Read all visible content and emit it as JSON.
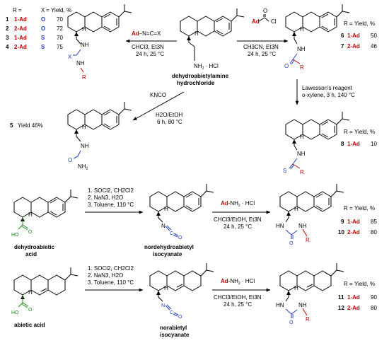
{
  "labels": {
    "R": "R",
    "X": "X",
    "eq": "=",
    "yield": "Yield, %",
    "NH": "NH",
    "NH2": "NH",
    "NH2sub": "2",
    "HCl": " · HCl",
    "Ad": "Ad",
    "H": "H",
    "O": "O",
    "S": "S",
    "C": "C",
    "N": "N",
    "Cl": "Cl",
    "NCX": "–N=C=X",
    "ClAd": "Cl"
  },
  "compounds_1_4": [
    {
      "num": "1",
      "R": "1-Ad",
      "X": "O",
      "yield": "70"
    },
    {
      "num": "2",
      "R": "2-Ad",
      "X": "O",
      "yield": "72"
    },
    {
      "num": "3",
      "R": "1-Ad",
      "X": "S",
      "yield": "70"
    },
    {
      "num": "4",
      "R": "2-Ad",
      "X": "S",
      "yield": "75"
    }
  ],
  "compounds_6_7": [
    {
      "num": "6",
      "R": "1-Ad",
      "yield": "50"
    },
    {
      "num": "7",
      "R": "2-Ad",
      "yield": "46"
    }
  ],
  "compound_8": {
    "num": "8",
    "R": "1-Ad",
    "yield": "10"
  },
  "compound_5": {
    "num": "5",
    "text": "Yield 46%"
  },
  "compounds_9_10": [
    {
      "num": "9",
      "R": "1-Ad",
      "yield": "85"
    },
    {
      "num": "10",
      "R": "2-Ad",
      "yield": "80"
    }
  ],
  "compounds_11_12": [
    {
      "num": "11",
      "R": "1-Ad",
      "yield": "90"
    },
    {
      "num": "12",
      "R": "2-Ad",
      "yield": "80"
    }
  ],
  "names": {
    "dehydroabietylamine_1": "dehydroabietylamine",
    "dehydroabietylamine_2": "hydrochloride",
    "dehydroabietic_1": "dehydroabietic",
    "dehydroabietic_2": "acid",
    "nordehydro_1": "nordehydroabietyl",
    "nordehydro_2": "isocyanate",
    "abietic": "abietic acid",
    "norabietyl_1": "norabietyl",
    "norabietyl_2": "isocyanate"
  },
  "conditions": {
    "isocyanate_reagent": "Ad–N=C=X",
    "isocyanate_1": "CHCl3, Et3N",
    "isocyanate_2": "24 h, 25 °C",
    "acyl_1": "CH3CN, Et3N",
    "acyl_2": "24 h, 25 °C",
    "kcno_1": "KNCO",
    "kcno_2": "H2O/EtOH",
    "kcno_3": "6 h, 80 °C",
    "lawesson_1": "Lawesson's reagent",
    "lawesson_2": "o-xylene, 3 h, 140 °C",
    "curtius_1": "1. SOCl2, CH2Cl2",
    "curtius_2": "2. NaN3, H2O",
    "curtius_3": "3. Toluene, 110 °C",
    "amine_reagent": "Ad-NH2 · HCl",
    "amine_1": "CHCl3/EtOH, Et3N",
    "amine_2": "24 h, 25 °C"
  }
}
